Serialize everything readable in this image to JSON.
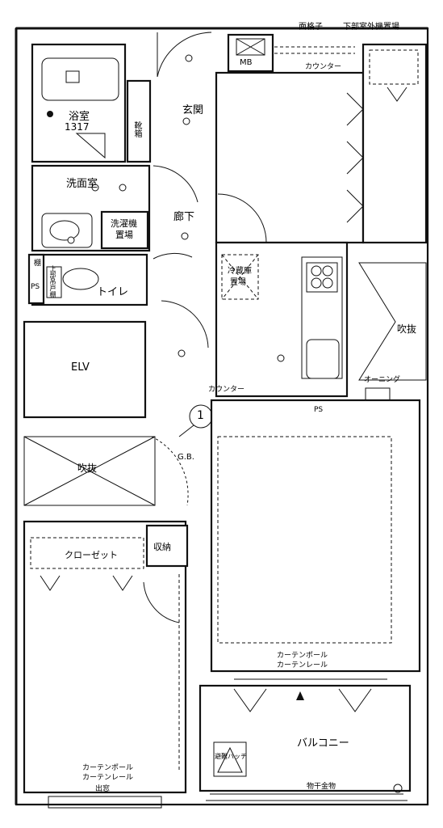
{
  "plan": {
    "top_note_1": "面格子",
    "top_note_2": "下部室外機置場",
    "mb": "MB",
    "counter_top": "カウンター",
    "bathroom": "浴室",
    "bath_size": "1317",
    "entrance": "玄関",
    "shoe_box": "靴箱",
    "washroom": "洗面室",
    "washer_1": "洗濯機",
    "washer_2": "置場",
    "hallway": "廊下",
    "shelf": "棚",
    "upper_cabinet": "上部吊戸棚",
    "ps_left": "PS",
    "toilet": "トイレ",
    "fridge_1": "冷蔵庫",
    "fridge_2": "置場",
    "void_right": "吹抜",
    "awning": "オーニング",
    "counter_mid": "カウンター",
    "ps_kitchen": "PS",
    "elv": "ELV",
    "marker": "1",
    "gb": "G.B.",
    "void_left": "吹抜",
    "closet": "クローゼット",
    "storage": "収納",
    "curtain_pole_mid": "カーテンポール",
    "curtain_rail_mid": "カーテンレール",
    "balcony": "バルコニー",
    "hatch": "避難ハッチ",
    "curtain_pole_bottom": "カーテンポール",
    "curtain_rail_bottom": "カーテンレール",
    "bay_window": "出窓",
    "laundry_fitting": "物干金物"
  }
}
